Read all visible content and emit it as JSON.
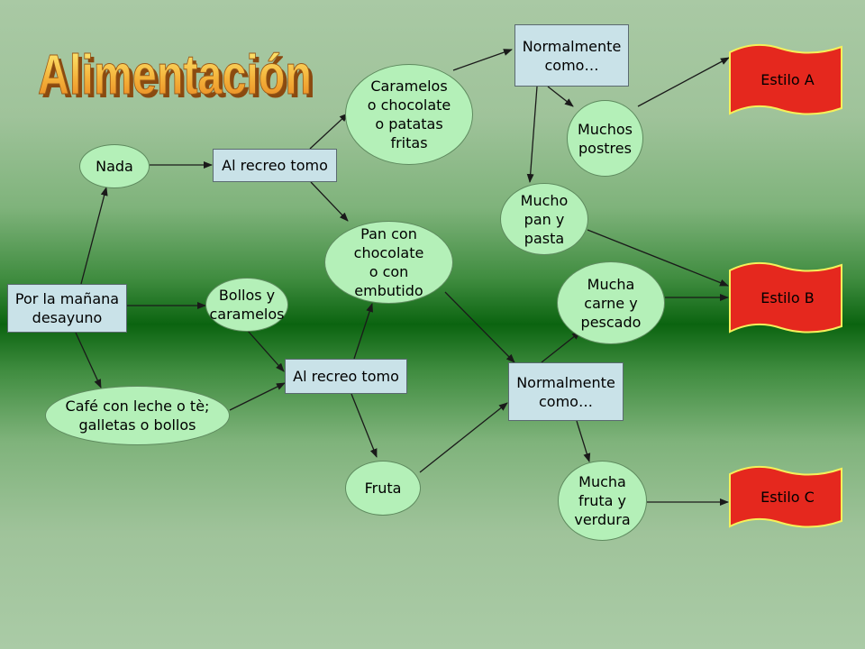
{
  "title": "Alimentación",
  "nodes": {
    "desayuno": "Por la mañana\ndesayuno",
    "nada": "Nada",
    "bollos": "Bollos y\ncaramelos",
    "cafe": "Café con leche o tè;\ngalletas o bollos",
    "recreo1": "Al recreo tomo",
    "recreo2": "Al recreo tomo",
    "caramelos": "Caramelos\no chocolate\no patatas\nfritas",
    "pan": "Pan con\nchocolate\no con\nembutido",
    "fruta": "Fruta",
    "normal1": "Normalmente\ncomo…",
    "normal2": "Normalmente\ncomo…",
    "postres": "Muchos\npostres",
    "panpasta": "Mucho\npan y\npasta",
    "carne": "Mucha\ncarne y\npescado",
    "frutaverdura": "Mucha\nfruta y\nverdura"
  },
  "styles": {
    "a": "Estilo A",
    "b": "Estilo B",
    "c": "Estilo C"
  },
  "colors": {
    "oval_fill": "#b4f0b8",
    "box_fill": "#c9e2e8",
    "flag_fill": "#e5281e",
    "flag_border": "#f5f05a",
    "title_fill_top": "#fff27a",
    "title_fill_bottom": "#e8801e"
  }
}
